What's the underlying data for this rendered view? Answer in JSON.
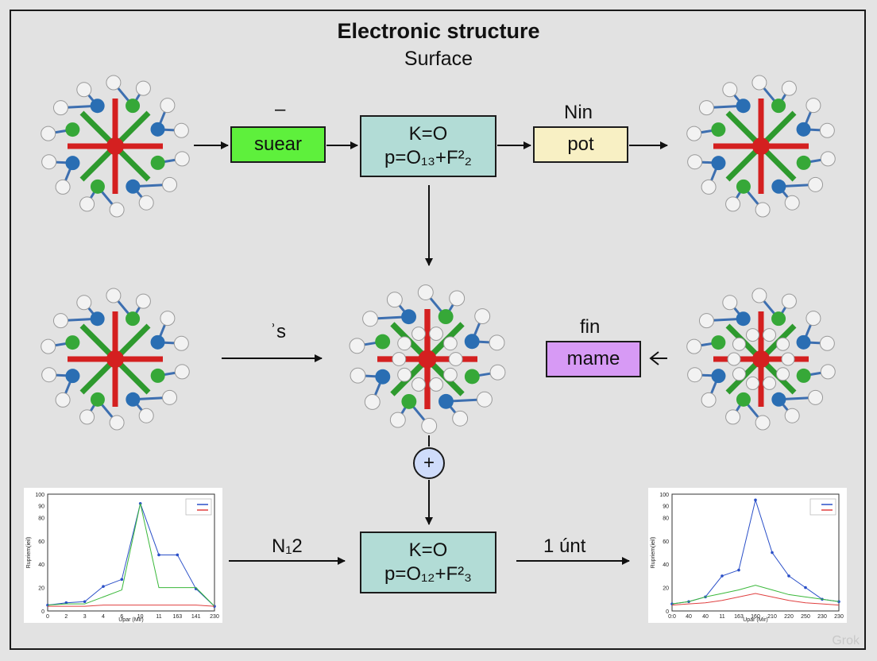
{
  "title": "Electronic structure",
  "subtitle": "Surface",
  "boxes": {
    "left": "suear",
    "right": "pot",
    "mid_right": "mame",
    "formula_top": {
      "line1": "K=O",
      "line2": "p=O₁₃+F²₂"
    },
    "formula_bottom": {
      "line1": "K=O",
      "line2": "p=O₁₂+F²₃"
    }
  },
  "labels": {
    "dash": "–",
    "nin": "Nin",
    "is": "ʾs",
    "fin": "fin",
    "ni2": "N₁2",
    "unt": "1 únt"
  },
  "plus_symbol": "+",
  "watermark": "Grok",
  "colors": {
    "bond_red": "#d42020",
    "bond_green": "#2e9a2e",
    "atom_white": "#f2f2f2",
    "atom_blue": "#2a6eb3",
    "atom_green": "#36a838",
    "box_green": "#5ef03c",
    "box_yellow": "#f8f0c4",
    "box_purple": "#d79af5",
    "box_teal": "#b2dcd6"
  },
  "chart_data": [
    {
      "type": "line",
      "title": "",
      "xlabel": "Upar (Mir)",
      "ylabel": "Rupriem(ieil)",
      "ylim": [
        0,
        100
      ],
      "xticks": [
        "0",
        "2",
        "3",
        "4",
        "6",
        "10",
        "11",
        "163",
        "141",
        "230"
      ],
      "yticks": [
        "0",
        "20",
        "40",
        "60",
        "80",
        "90",
        "100"
      ],
      "series": [
        {
          "values": [
            5,
            7,
            8,
            21,
            27,
            92,
            48,
            48,
            19,
            4
          ]
        },
        {
          "values": [
            5,
            6,
            6,
            12,
            18,
            92,
            20,
            20,
            20,
            4
          ]
        },
        {
          "values": [
            4,
            4,
            4,
            5,
            5,
            5,
            5,
            5,
            5,
            4
          ]
        }
      ]
    },
    {
      "type": "line",
      "title": "",
      "xlabel": "Upar (Mir)",
      "ylabel": "Rupriem(ieil)",
      "ylim": [
        0,
        100
      ],
      "xticks": [
        "0:0",
        "40",
        "40",
        "11",
        "163",
        "160",
        "210",
        "220",
        "250",
        "230",
        "230"
      ],
      "yticks": [
        "0",
        "20",
        "40",
        "60",
        "80",
        "90",
        "100"
      ],
      "series": [
        {
          "values": [
            6,
            8,
            12,
            30,
            35,
            95,
            50,
            30,
            20,
            10,
            8
          ]
        },
        {
          "values": [
            6,
            8,
            12,
            15,
            18,
            22,
            18,
            14,
            12,
            10,
            8
          ]
        },
        {
          "values": [
            5,
            6,
            7,
            9,
            12,
            15,
            12,
            9,
            7,
            6,
            5
          ]
        }
      ]
    }
  ]
}
